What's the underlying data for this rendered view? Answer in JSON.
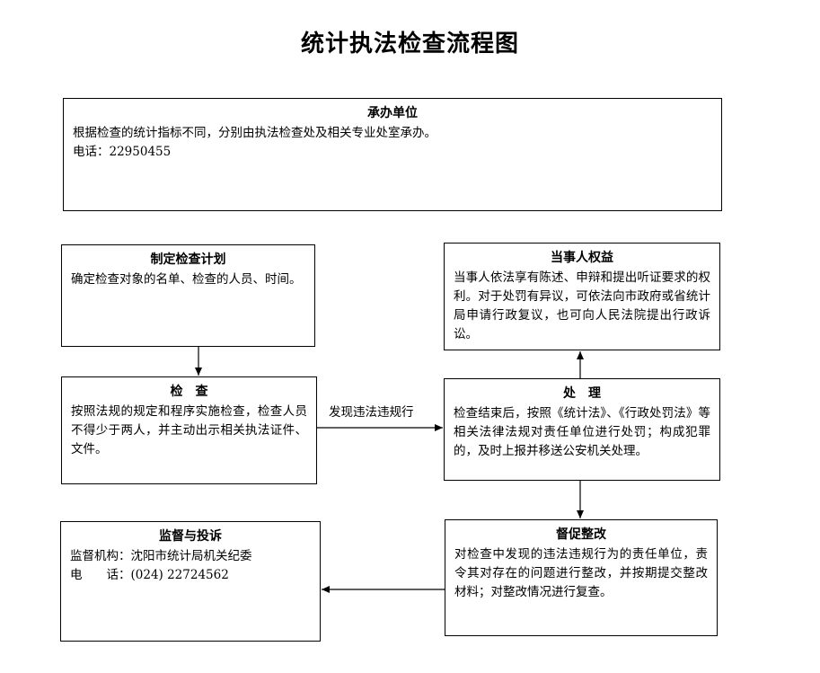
{
  "title": "统计执法检查流程图",
  "host_unit": {
    "title": "承办单位",
    "text": "根据检查的统计指标不同，分别由执法检查处及相关专业处室承办。",
    "phone": "电话：22950455"
  },
  "plan": {
    "title": "制定检查计划",
    "text": "确定检查对象的名单、检查的人员、时间。"
  },
  "inspection": {
    "title": "检　查",
    "text": "按照法规的规定和程序实施检查，检查人员不得少于两人，并主动出示相关执法证件、文件。"
  },
  "rights": {
    "title": "当事人权益",
    "text": "当事人依法享有陈述、申辩和提出听证要求的权利。对于处罚有异议，可依法向市政府或省统计局申请行政复议，也可向人民法院提出行政诉讼。"
  },
  "handling": {
    "title": "处　理",
    "text": "检查结束后，按照《统计法》、《行政处罚法》等相关法律法规对责任单位进行处罚；构成犯罪的，及时上报并移送公安机关处理。"
  },
  "rectify": {
    "title": "督促整改",
    "text": "对检查中发现的违法违规行为的责任单位，责令其对存在的问题进行整改，并按期提交整改材料；对整改情况进行复查。"
  },
  "supervision": {
    "title": "监督与投诉",
    "agency": "监督机构：沈阳市统计局机关纪委",
    "phone": "电　　话：(024) 22724562"
  },
  "edge_label": "发现违法违规行"
}
